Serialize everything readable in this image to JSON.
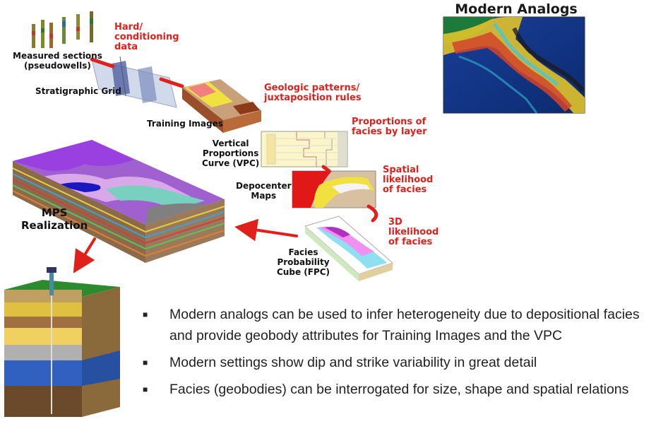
{
  "title": "Modern Analogs",
  "labels": {
    "measured_sections": "Measured sections",
    "pseudowells": "(pseudowells)",
    "stratigraphic_grid": "Stratigraphic Grid",
    "training_images": "Training Images",
    "vpc_1": "Vertical",
    "vpc_2": "Proportions",
    "vpc_3": "Curve (VPC)",
    "depocenter_1": "Depocenter",
    "depocenter_2": "Maps",
    "fpc_1": "Facies",
    "fpc_2": "Probability",
    "fpc_3": "Cube (FPC)",
    "mps_1": "MPS",
    "mps_2": "Realization"
  },
  "annotations": {
    "hard_1": "Hard/",
    "hard_2": "conditioning",
    "hard_3": "data",
    "geo_1": "Geologic patterns/",
    "geo_2": "juxtaposition rules",
    "prop_1": "Proportions of",
    "prop_2": "facies by layer",
    "spatial_1": "Spatial",
    "spatial_2": "likelihood",
    "spatial_3": "of facies",
    "three_d_1": "3D",
    "three_d_2": "likelihood",
    "three_d_3": "of facies"
  },
  "bullets": [
    "Modern analogs can be used to infer heterogeneity due to depositional facies and provide geobody attributes for Training Images and the VPC",
    "Modern settings show dip and strike variability in great detail",
    "Facies (geobodies) can be interrogated for size, shape and spatial relations"
  ],
  "colors": {
    "arrow_red": "#e0201b",
    "label_text": "#111111",
    "annotation_red": "#e0201b"
  }
}
